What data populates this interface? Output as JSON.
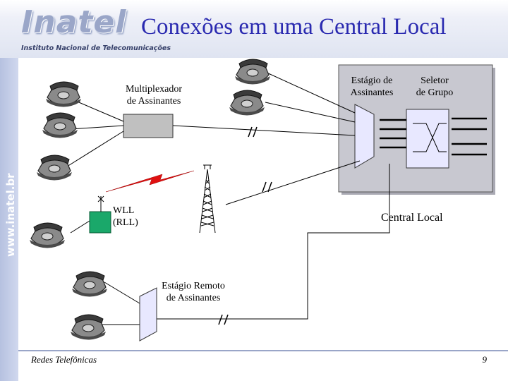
{
  "header": {
    "logo": "Inatel",
    "logo_subtitle": "Instituto Nacional de Telecomunicações",
    "title": "Conexões em uma Central Local",
    "side_url": "www.inatel.br"
  },
  "diagram": {
    "multiplexer_line1": "Multiplexador",
    "multiplexer_line2": "de Assinantes",
    "subscriber_stage_line1": "Estágio de",
    "subscriber_stage_line2": "Assinantes",
    "group_selector_line1": "Seletor",
    "group_selector_line2": "de Grupo",
    "wll_line1": "WLL",
    "wll_line2": "(RLL)",
    "central_local": "Central Local",
    "remote_stage_line1": "Estágio Remoto",
    "remote_stage_line2": "de Assinantes"
  },
  "colors": {
    "title": "#2a2ab0",
    "exchange_box": "#c8c8d0",
    "selector": "#e8e8ff",
    "wll_box": "#1aa86a",
    "lightning": "#e01010"
  },
  "footer": {
    "course": "Redes Telefônicas",
    "page": "9"
  }
}
